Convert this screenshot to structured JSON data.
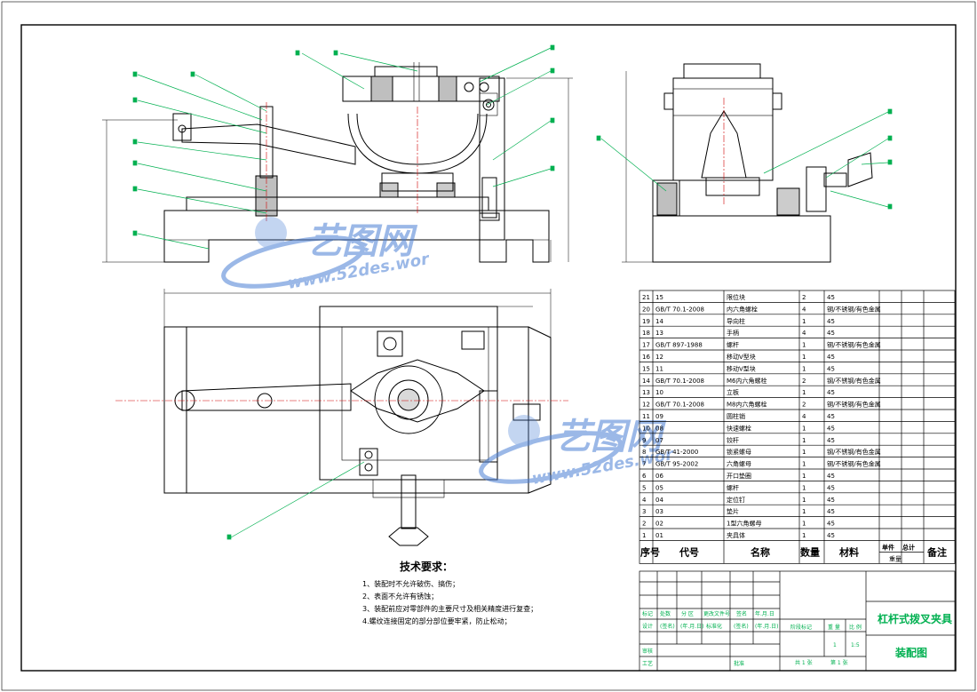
{
  "watermark": {
    "logo_text": "艺图网",
    "url_text": "www.52des.wor",
    "brand_color": "#4a7fd4"
  },
  "colors": {
    "leader": "#00b050",
    "frame": "#000000",
    "red_line": "#d00000"
  },
  "tech_requirements": {
    "title": "技术要求：",
    "items": [
      "1、装配时不允许破伤、搞伤；",
      "2、表面不允许有锈蚀；",
      "3、装配前应对零部件的主要尺寸及相关精度进行复查；",
      "4.螺纹连接固定的部分部位要牢紧，防止松动；"
    ]
  },
  "bom": {
    "headers": [
      "序号",
      "代号",
      "名称",
      "数量",
      "材料",
      "单件",
      "总计",
      "备注"
    ],
    "weight_label": "重量",
    "rows": [
      [
        "21",
        "15",
        "限位块",
        "2",
        "45"
      ],
      [
        "20",
        "GB/T 70.1-2008",
        "内六角螺栓",
        "4",
        "钢/不锈钢/有色金属"
      ],
      [
        "19",
        "14",
        "导向柱",
        "1",
        "45"
      ],
      [
        "18",
        "13",
        "手柄",
        "4",
        "45"
      ],
      [
        "17",
        "GB/T 897-1988",
        "螺杆",
        "1",
        "钢/不锈钢/有色金属"
      ],
      [
        "16",
        "12",
        "移动V型块",
        "1",
        "45"
      ],
      [
        "15",
        "11",
        "移动V型块",
        "1",
        "45"
      ],
      [
        "14",
        "GB/T 70.1-2008",
        "M6内六角螺栓",
        "2",
        "钢/不锈钢/有色金属"
      ],
      [
        "13",
        "10",
        "立板",
        "1",
        "45"
      ],
      [
        "12",
        "GB/T 70.1-2008",
        "M8内六角螺栓",
        "2",
        "钢/不锈钢/有色金属"
      ],
      [
        "11",
        "09",
        "圆柱销",
        "4",
        "45"
      ],
      [
        "10",
        "08",
        "快速螺栓",
        "1",
        "45"
      ],
      [
        "9",
        "07",
        "铰杆",
        "1",
        "45"
      ],
      [
        "8",
        "GB/T 41-2000",
        "锁紧螺母",
        "1",
        "钢/不锈钢/有色金属"
      ],
      [
        "7",
        "GB/T 95-2002",
        "六角螺母",
        "1",
        "钢/不锈钢/有色金属"
      ],
      [
        "6",
        "06",
        "开口垫圈",
        "1",
        "45"
      ],
      [
        "5",
        "05",
        "螺杆",
        "1",
        "45"
      ],
      [
        "4",
        "04",
        "定位钉",
        "1",
        "45"
      ],
      [
        "3",
        "03",
        "垫片",
        "1",
        "45"
      ],
      [
        "2",
        "02",
        "1型六角螺母",
        "1",
        "45"
      ],
      [
        "1",
        "01",
        "夹具体",
        "1",
        "45"
      ]
    ]
  },
  "title_block": {
    "part_name": "杠杆式拨叉夹具",
    "drawing_name": "装配图",
    "scale": "1:5",
    "quantity": "1",
    "sheets_total": "共 1 张",
    "sheet_no": "第 1 张",
    "labels": {
      "mark": "标记",
      "count": "处数",
      "zone": "分 区",
      "change_doc": "更改文件号",
      "sign": "签名",
      "date": "年.月.日",
      "design": "设计",
      "sig": "(签名)",
      "ymd": "(年.月.日)",
      "standard": "标准化",
      "stage_mark": "阶段标记",
      "weight": "重 量",
      "ratio": "比 例",
      "review": "审核",
      "process": "工艺",
      "approve": "批准"
    }
  }
}
